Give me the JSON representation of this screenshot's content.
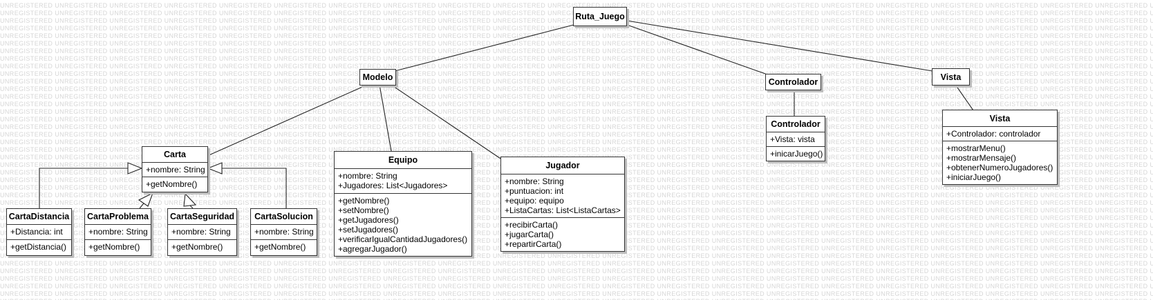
{
  "watermark": "UNREGISTERED",
  "packages": {
    "ruta_juego": "Ruta_Juego",
    "modelo": "Modelo",
    "controlador": "Controlador",
    "vista": "Vista"
  },
  "classes": {
    "carta": {
      "name": "Carta",
      "attributes": [
        "+nombre: String"
      ],
      "operations": [
        "+getNombre()"
      ]
    },
    "carta_distancia": {
      "name": "CartaDistancia",
      "attributes": [
        "+Distancia: int"
      ],
      "operations": [
        "+getDistancia()"
      ]
    },
    "carta_problema": {
      "name": "CartaProblema",
      "attributes": [
        "+nombre: String"
      ],
      "operations": [
        "+getNombre()"
      ]
    },
    "carta_seguridad": {
      "name": "CartaSeguridad",
      "attributes": [
        "+nombre: String"
      ],
      "operations": [
        "+getNombre()"
      ]
    },
    "carta_solucion": {
      "name": "CartaSolucion",
      "attributes": [
        "+nombre: String"
      ],
      "operations": [
        "+getNombre()"
      ]
    },
    "equipo": {
      "name": "Equipo",
      "attributes": [
        "+nombre: String",
        "+Jugadores: List<Jugadores>"
      ],
      "operations": [
        "+getNombre()",
        "+setNombre()",
        "+getJugadores()",
        "+setJugadores()",
        "+verificarIgualCantidadJugadores()",
        "+agregarJugador()"
      ]
    },
    "jugador": {
      "name": "Jugador",
      "attributes": [
        "+nombre: String",
        "+puntuacion: int",
        "+equipo: equipo",
        "+ListaCartas: List<ListaCartas>"
      ],
      "operations": [
        "+recibirCarta()",
        "+jugarCarta()",
        "+repartirCarta()"
      ]
    },
    "controlador": {
      "name": "Controlador",
      "attributes": [
        "+Vista: vista"
      ],
      "operations": [
        "+inicarJuego()"
      ]
    },
    "vista": {
      "name": "Vista",
      "attributes": [
        "+Controlador: controlador"
      ],
      "operations": [
        "+mostrarMenu()",
        "+mostrarMensaje()",
        "+obtenerNumeroJugadores()",
        "+iniciarJuego()"
      ]
    }
  }
}
